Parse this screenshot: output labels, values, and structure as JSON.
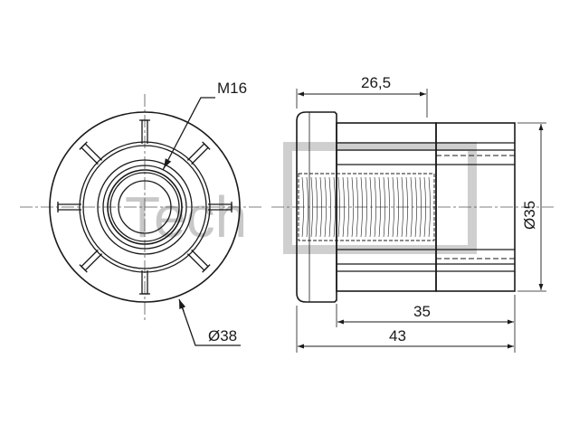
{
  "labels": {
    "thread": "M16",
    "outer_diameter_front": "Ø38",
    "head_length": "26,5",
    "body_length": "35",
    "total_length": "43",
    "body_diameter": "Ø35"
  },
  "watermark": "Tech",
  "colors": {
    "line": "#1a1a1a",
    "center_line": "#555555",
    "watermark": "#c8c8c8"
  }
}
